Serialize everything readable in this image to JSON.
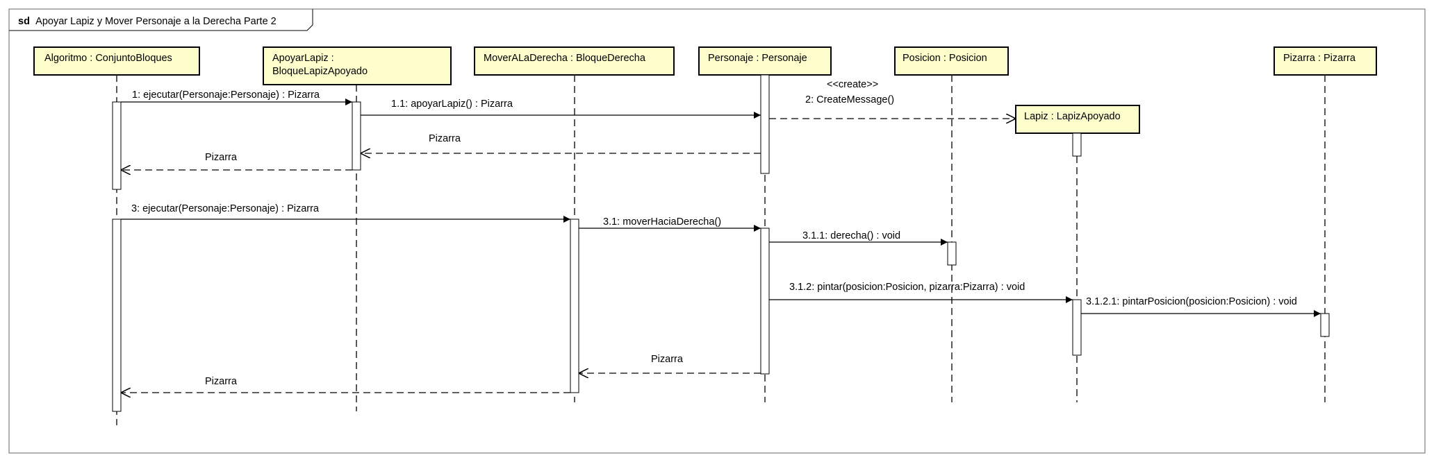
{
  "diagram": {
    "frame": {
      "keyword": "sd",
      "title": "Apoyar Lapiz y Mover Personaje a la Derecha Parte 2"
    },
    "colors": {
      "participant_fill": "#fefecd",
      "participant_stroke": "#000000",
      "activation_fill": "#ffffff",
      "line": "#000000",
      "frame_stroke": "#666666"
    },
    "participants": [
      {
        "id": "algoritmo",
        "lines": [
          "Algoritmo : ConjuntoBloques"
        ]
      },
      {
        "id": "apoyarlapiz",
        "lines": [
          "ApoyarLapiz :",
          "BloqueLapizApoyado"
        ]
      },
      {
        "id": "moverderecha",
        "lines": [
          "MoverALaDerecha : BloqueDerecha"
        ]
      },
      {
        "id": "personaje",
        "lines": [
          "Personaje : Personaje"
        ]
      },
      {
        "id": "posicion",
        "lines": [
          "Posicion : Posicion"
        ]
      },
      {
        "id": "lapiz",
        "lines": [
          "Lapiz : LapizApoyado"
        ]
      },
      {
        "id": "pizarra",
        "lines": [
          "Pizarra : Pizarra"
        ]
      }
    ],
    "messages": [
      {
        "id": "m1",
        "from": "algoritmo",
        "to": "apoyarlapiz",
        "kind": "sync",
        "label": "1: ejecutar(Personaje:Personaje) : Pizarra"
      },
      {
        "id": "m11",
        "from": "apoyarlapiz",
        "to": "personaje",
        "kind": "sync",
        "label": "1.1: apoyarLapiz() : Pizarra"
      },
      {
        "id": "m2",
        "from": "personaje",
        "to": "lapiz",
        "kind": "create",
        "stereotype": "<<create>>",
        "label": "2: CreateMessage()"
      },
      {
        "id": "r11",
        "from": "personaje",
        "to": "apoyarlapiz",
        "kind": "return",
        "label": "Pizarra"
      },
      {
        "id": "r1",
        "from": "apoyarlapiz",
        "to": "algoritmo",
        "kind": "return",
        "label": "Pizarra"
      },
      {
        "id": "m3",
        "from": "algoritmo",
        "to": "moverderecha",
        "kind": "sync",
        "label": "3: ejecutar(Personaje:Personaje) : Pizarra"
      },
      {
        "id": "m31",
        "from": "moverderecha",
        "to": "personaje",
        "kind": "sync",
        "label": "3.1: moverHaciaDerecha()"
      },
      {
        "id": "m311",
        "from": "personaje",
        "to": "posicion",
        "kind": "sync",
        "label": "3.1.1: derecha() : void"
      },
      {
        "id": "m312",
        "from": "personaje",
        "to": "lapiz",
        "kind": "sync",
        "label": "3.1.2: pintar(posicion:Posicion, pizarra:Pizarra) : void"
      },
      {
        "id": "m3121",
        "from": "lapiz",
        "to": "pizarra",
        "kind": "sync",
        "label": "3.1.2.1: pintarPosicion(posicion:Posicion) : void"
      },
      {
        "id": "r31",
        "from": "personaje",
        "to": "moverderecha",
        "kind": "return",
        "label": "Pizarra"
      },
      {
        "id": "r3",
        "from": "moverderecha",
        "to": "algoritmo",
        "kind": "return",
        "label": "Pizarra"
      }
    ]
  }
}
